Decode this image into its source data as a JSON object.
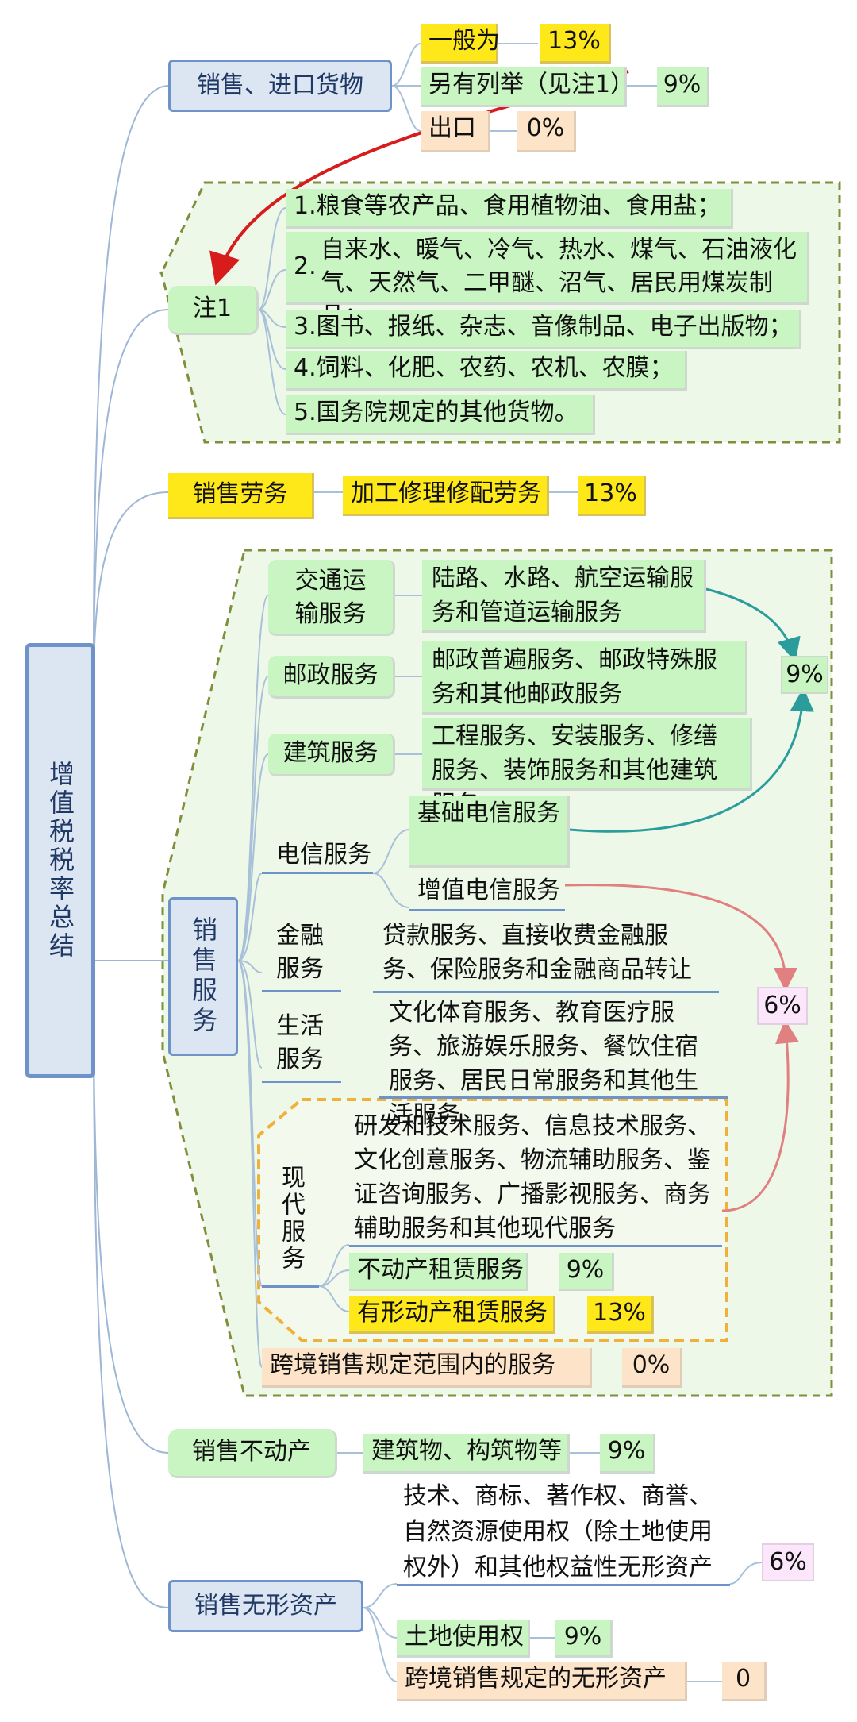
{
  "root": {
    "title": "增值税税率总结"
  },
  "goods": {
    "label": "销售、进口货物",
    "general": "一般为",
    "general_rate": "13%",
    "listed": "另有列举（见注1）",
    "listed_rate": "9%",
    "export": "出口",
    "export_rate": "0%"
  },
  "note1": {
    "label": "注1",
    "items": [
      "1.粮食等农产品、食用植物油、食用盐；",
      "2.",
      "自来水、暖气、冷气、热水、煤气、石油液化气、天然气、二甲醚、沼气、居民用煤炭制品；",
      "3.图书、报纸、杂志、音像制品、电子出版物；",
      "4.饲料、化肥、农药、农机、农膜；",
      "5.国务院规定的其他货物。"
    ]
  },
  "labor": {
    "label": "销售劳务",
    "item": "加工修理修配劳务",
    "rate": "13%"
  },
  "services": {
    "label": "销售服务",
    "transport": {
      "label": "交通运输服务",
      "detail": "陆路、水路、航空运输服务和管道运输服务"
    },
    "postal": {
      "label": "邮政服务",
      "detail": "邮政普遍服务、邮政特殊服务和其他邮政服务"
    },
    "construction": {
      "label": "建筑服务",
      "detail": "工程服务、安装服务、修缮服务、装饰服务和其他建筑服务"
    },
    "telecom": {
      "label": "电信服务",
      "basic": "基础电信服务",
      "value_added": "增值电信服务"
    },
    "finance": {
      "label": "金融服务",
      "detail": "贷款服务、直接收费金融服务、保险服务和金融商品转让"
    },
    "life": {
      "label": "生活服务",
      "detail": "文化体育服务、教育医疗服务、旅游娱乐服务、餐饮住宿服务、居民日常服务和其他生活服务"
    },
    "modern": {
      "label": "现代服务",
      "detail": "研发和技术服务、信息技术服务、文化创意服务、物流辅助服务、鉴证咨询服务、广播影视服务、商务辅助服务和其他现代服务",
      "realestate_lease": "不动产租赁服务",
      "realestate_lease_rate": "9%",
      "tangible_lease": "有形动产租赁服务",
      "tangible_lease_rate": "13%"
    },
    "crossborder": "跨境销售规定范围内的服务",
    "crossborder_rate": "0%",
    "rate_9": "9%",
    "rate_6": "6%"
  },
  "realestate": {
    "label": "销售不动产",
    "item": "建筑物、构筑物等",
    "rate": "9%"
  },
  "intangible": {
    "label": "销售无形资产",
    "detail": "技术、商标、著作权、商誉、自然资源使用权（除土地使用权外）和其他权益性无形资产",
    "detail_rate": "6%",
    "land": "土地使用权",
    "land_rate": "9%",
    "crossborder": "跨境销售规定的无形资产",
    "crossborder_rate": "0"
  },
  "colors": {
    "blue_box": "#dce6f3",
    "blue_border": "#6d93c9",
    "green": "#c9f5c2",
    "yellow": "#ffe81a",
    "tan": "#fde3c8",
    "pink": "#fbe6fb",
    "dash_green": "#7f8f3c",
    "dash_orange": "#f0b13a",
    "arrow_red": "#d81b1b",
    "arrow_teal": "#2a9c9c",
    "arrow_pink": "#e08080"
  }
}
